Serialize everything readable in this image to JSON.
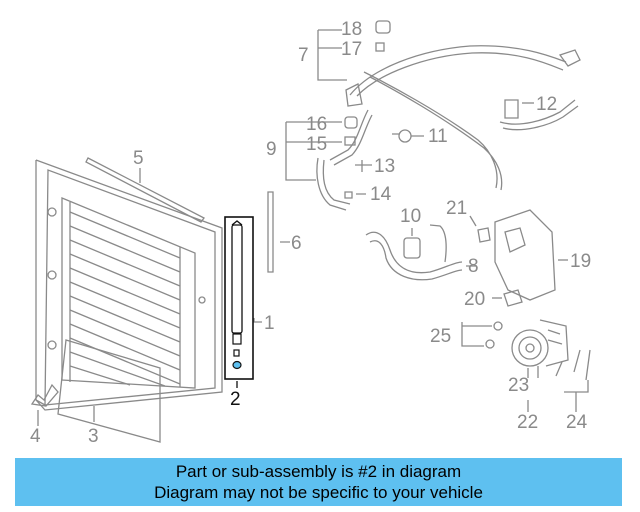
{
  "banner": {
    "line1": "Part or sub-assembly is #2 in diagram",
    "line2": "Diagram may not be specific to your vehicle"
  },
  "callouts": {
    "n1": "1",
    "n2": "2",
    "n3": "3",
    "n4": "4",
    "n5": "5",
    "n6": "6",
    "n7": "7",
    "n8": "8",
    "n9": "9",
    "n10": "10",
    "n11": "11",
    "n12": "12",
    "n13": "13",
    "n14": "14",
    "n15": "15",
    "n16": "16",
    "n17": "17",
    "n18": "18",
    "n19": "19",
    "n20": "20",
    "n21": "21",
    "n22": "22",
    "n23": "23",
    "n24": "24",
    "n25": "25"
  },
  "colors": {
    "line": "#8a8a8a",
    "highlight": "#111111",
    "highlight_fill": "#5ec0f0",
    "banner": "#5ec0f0"
  }
}
